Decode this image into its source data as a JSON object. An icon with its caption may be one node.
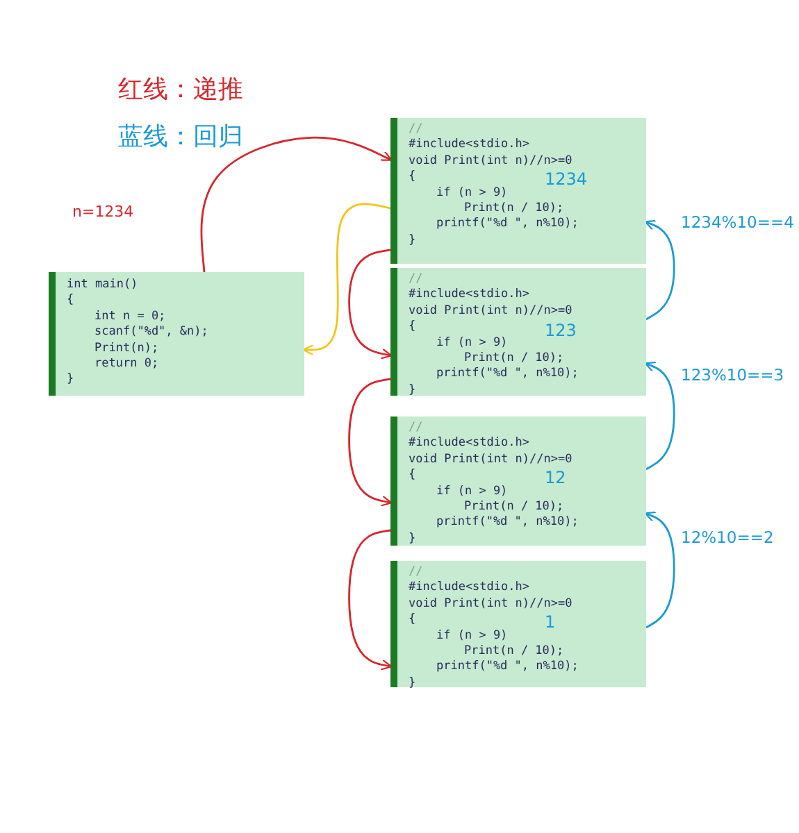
{
  "diagram": {
    "nodes": [
      {
        "text": [
          "int main()",
          "{",
          "int n = 0;",
          "scanf(\"%d\", &n);",
          "Print(n);",
          "return 0;",
          "}"
        ]
      },
      {
        "text": [
          "//",
          "#include<stdio.h>",
          "void Print(int n)//n>=0",
          "{",
          "if (n > 9)",
          "Print(n / 10);",
          "printf(\"%d \", n%10);",
          "}",
          "1234"
        ],
        "beside": [
          "1234%10==4"
        ]
      },
      {
        "text": [
          "//",
          "#include<stdio.h>",
          "void Print(int n)//n>=0",
          "{",
          "if (n > 9)",
          "Print(n / 10);",
          "printf(\"%d \", n%10);",
          "}",
          "123"
        ],
        "beside": [
          "123%10==3"
        ]
      },
      {
        "text": [
          "//",
          "#include<stdio.h>",
          "void Print(int n)//n>=0",
          "{",
          "if (n > 9)",
          "Print(n / 10);",
          "printf(\"%d \", n%10);",
          "}",
          "12"
        ],
        "beside": [
          "12%10==2"
        ]
      },
      {
        "text": [
          "//",
          "#include<stdio.h>",
          "void Print(int n)//n>=0",
          "{",
          "if (n > 9)",
          "Print(n / 10);",
          "printf(\"%d \", n%10);",
          "}",
          "1"
        ]
      }
    ],
    "edges": [
      {
        "from": 0,
        "to": 1,
        "arrow": "to"
      },
      {
        "from": 1,
        "to": 2,
        "arrow": "to"
      },
      {
        "from": 2,
        "to": 3,
        "arrow": "to"
      },
      {
        "from": 3,
        "to": 4,
        "arrow": "to"
      },
      {
        "from": 4,
        "to": 3,
        "arrow": "to",
        "color": "#1a9ad6"
      },
      {
        "from": 3,
        "to": 2,
        "arrow": "to",
        "color": "#1a9ad6"
      },
      {
        "from": 2,
        "to": 1,
        "arrow": "to",
        "color": "#1a9ad6"
      },
      {
        "from": 1,
        "to": 0,
        "arrow": "to",
        "color": "#f2c418"
      }
    ],
    "labels": [
      "红线：递推",
      "蓝线：回归",
      "n=1234"
    ]
  }
}
